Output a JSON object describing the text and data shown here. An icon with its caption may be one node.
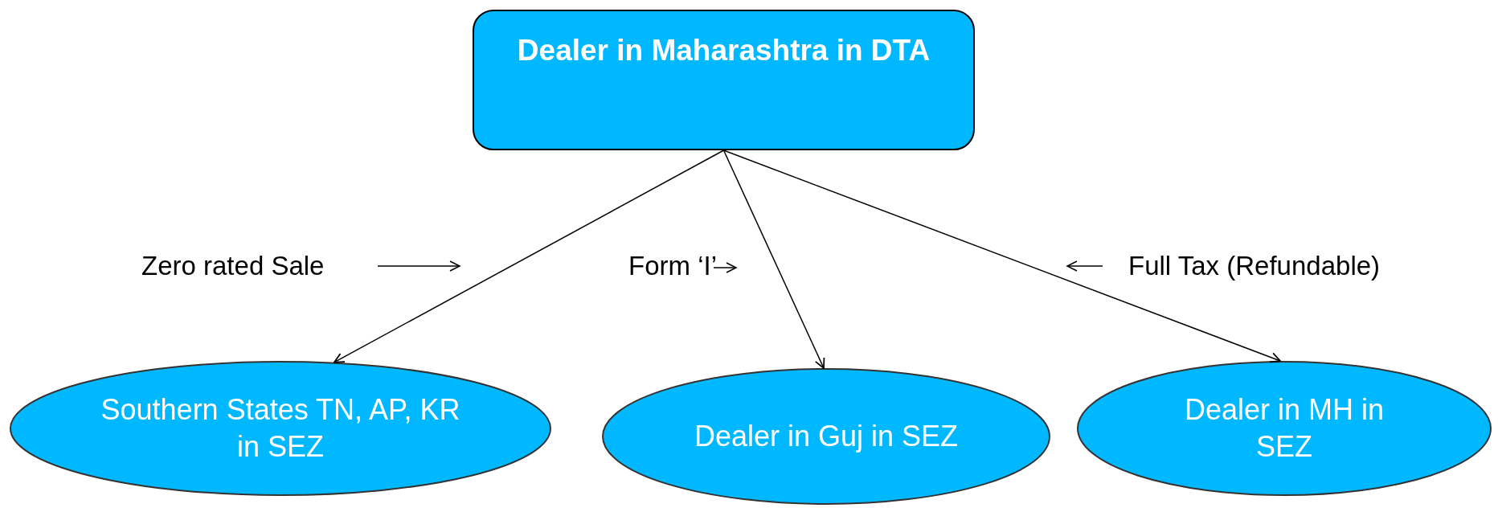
{
  "diagram": {
    "nodes": [
      {
        "text": [
          "Dealer in Maharashtra in DTA"
        ]
      },
      {
        "text": [
          "Southern States TN, AP, KR in SEZ"
        ]
      },
      {
        "text": [
          "Dealer in Guj in SEZ"
        ]
      },
      {
        "text": [
          "Dealer in MH in SEZ"
        ]
      }
    ],
    "edges": [
      {
        "from": 0,
        "to": 1,
        "arrow": "to",
        "label": "Zero rated Sale"
      },
      {
        "from": 0,
        "to": 2,
        "arrow": "to",
        "label": "Form ‘I’"
      },
      {
        "from": 0,
        "to": 3,
        "arrow": "to",
        "label": "Full Tax (Refundable)"
      }
    ]
  }
}
